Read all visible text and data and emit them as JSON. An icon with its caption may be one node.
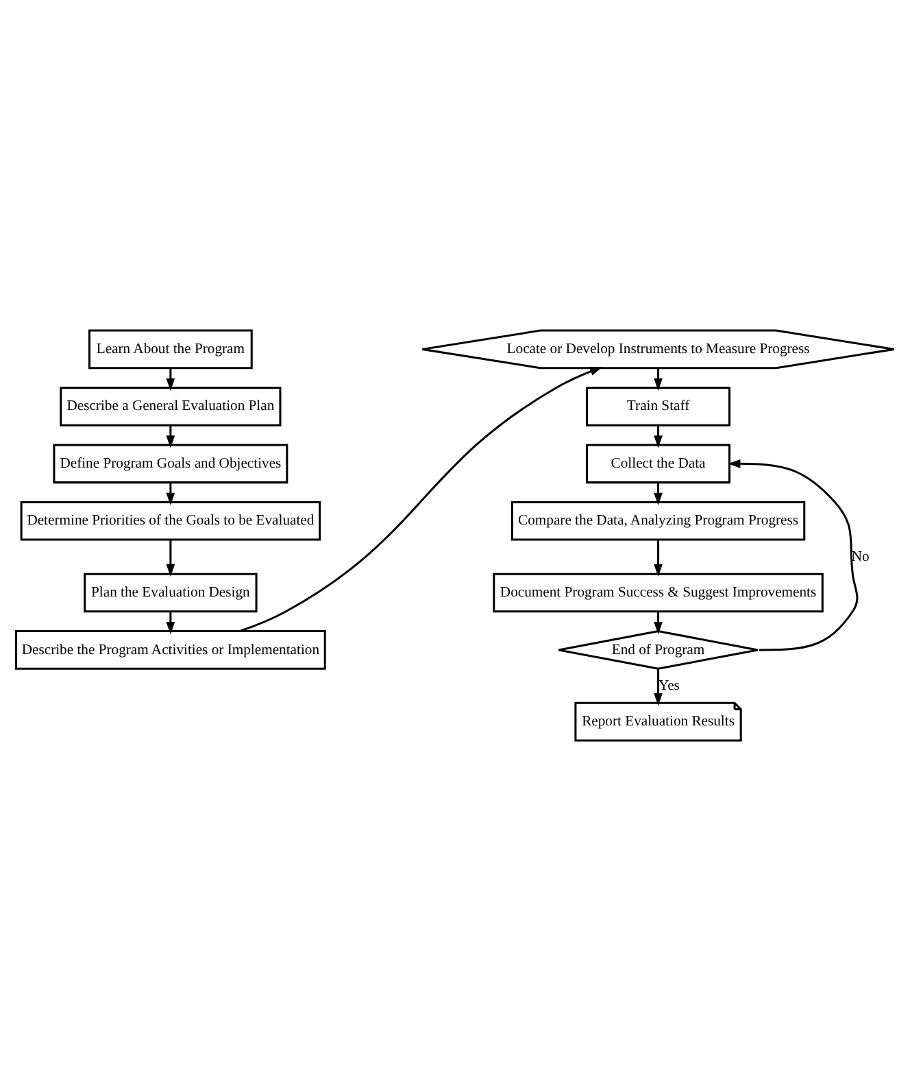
{
  "diagram": {
    "nodes": [
      {
        "text": [
          "Learn About the Program"
        ]
      },
      {
        "text": [
          "Describe a General Evaluation Plan"
        ]
      },
      {
        "text": [
          "Define Program Goals and Objectives"
        ]
      },
      {
        "text": [
          "Determine Priorities of the Goals to be Evaluated"
        ]
      },
      {
        "text": [
          "Plan the Evaluation Design"
        ]
      },
      {
        "text": [
          "Describe the Program Activities or Implementation"
        ]
      },
      {
        "text": [
          "Locate or Develop Instruments to Measure Progress"
        ]
      },
      {
        "text": [
          "Train Staff"
        ]
      },
      {
        "text": [
          "Collect the Data"
        ]
      },
      {
        "text": [
          "Compare the Data, Analyzing Program Progress"
        ]
      },
      {
        "text": [
          "Document Program Success & Suggest Improvements"
        ]
      },
      {
        "text": [
          "End of Program"
        ]
      },
      {
        "text": [
          "Report Evaluation Results"
        ]
      }
    ],
    "edges": [
      {
        "from": 0,
        "to": 1,
        "arrow": "to"
      },
      {
        "from": 1,
        "to": 2,
        "arrow": "to"
      },
      {
        "from": 2,
        "to": 3,
        "arrow": "to"
      },
      {
        "from": 3,
        "to": 4,
        "arrow": "to"
      },
      {
        "from": 4,
        "to": 5,
        "arrow": "to"
      },
      {
        "from": 5,
        "to": 6,
        "arrow": "to"
      },
      {
        "from": 6,
        "to": 7,
        "arrow": "to"
      },
      {
        "from": 7,
        "to": 8,
        "arrow": "to"
      },
      {
        "from": 8,
        "to": 9,
        "arrow": "to"
      },
      {
        "from": 9,
        "to": 10,
        "arrow": "to"
      },
      {
        "from": 10,
        "to": 11,
        "arrow": "to"
      },
      {
        "from": 11,
        "to": 8,
        "arrow": "to",
        "label": "No"
      },
      {
        "from": 11,
        "to": 12,
        "arrow": "to",
        "label": "Yes"
      }
    ]
  }
}
